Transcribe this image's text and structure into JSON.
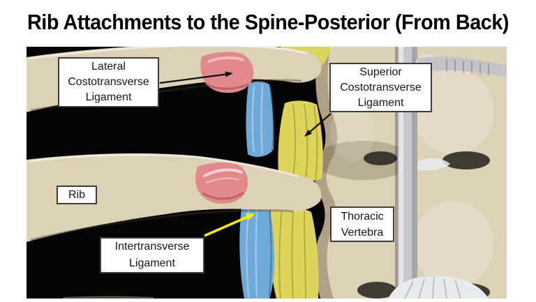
{
  "title": "Rib Attachments to the Spine-Posterior (From Back)",
  "figure": {
    "background_color": "#040407",
    "colors": {
      "bone": "#dcd2b8",
      "bone_light": "#e9e1cd",
      "pink_ligament": "#e2898b",
      "blue_ligament": "#6fa9d7",
      "yellow_ligament": "#ddd45c",
      "gray_ligament": "#c7c7cd",
      "gray_band": "#c3c3c9",
      "white_fan": "#e8ebee",
      "black_arrow": "#101010",
      "yellow_arrow": "#ffec00"
    },
    "labels": {
      "lateral_costotransverse": {
        "lines": [
          "Lateral",
          "Costotransverse",
          "Ligament"
        ]
      },
      "superior_costotransverse": {
        "lines": [
          "Superior",
          "Costotransverse",
          "Ligament"
        ]
      },
      "rib": {
        "lines": [
          "Rib"
        ]
      },
      "intertransverse": {
        "lines": [
          "Intertransverse",
          "Ligament"
        ]
      },
      "thoracic_vertebra": {
        "lines": [
          "Thoracic",
          "Vertebra"
        ]
      }
    }
  }
}
